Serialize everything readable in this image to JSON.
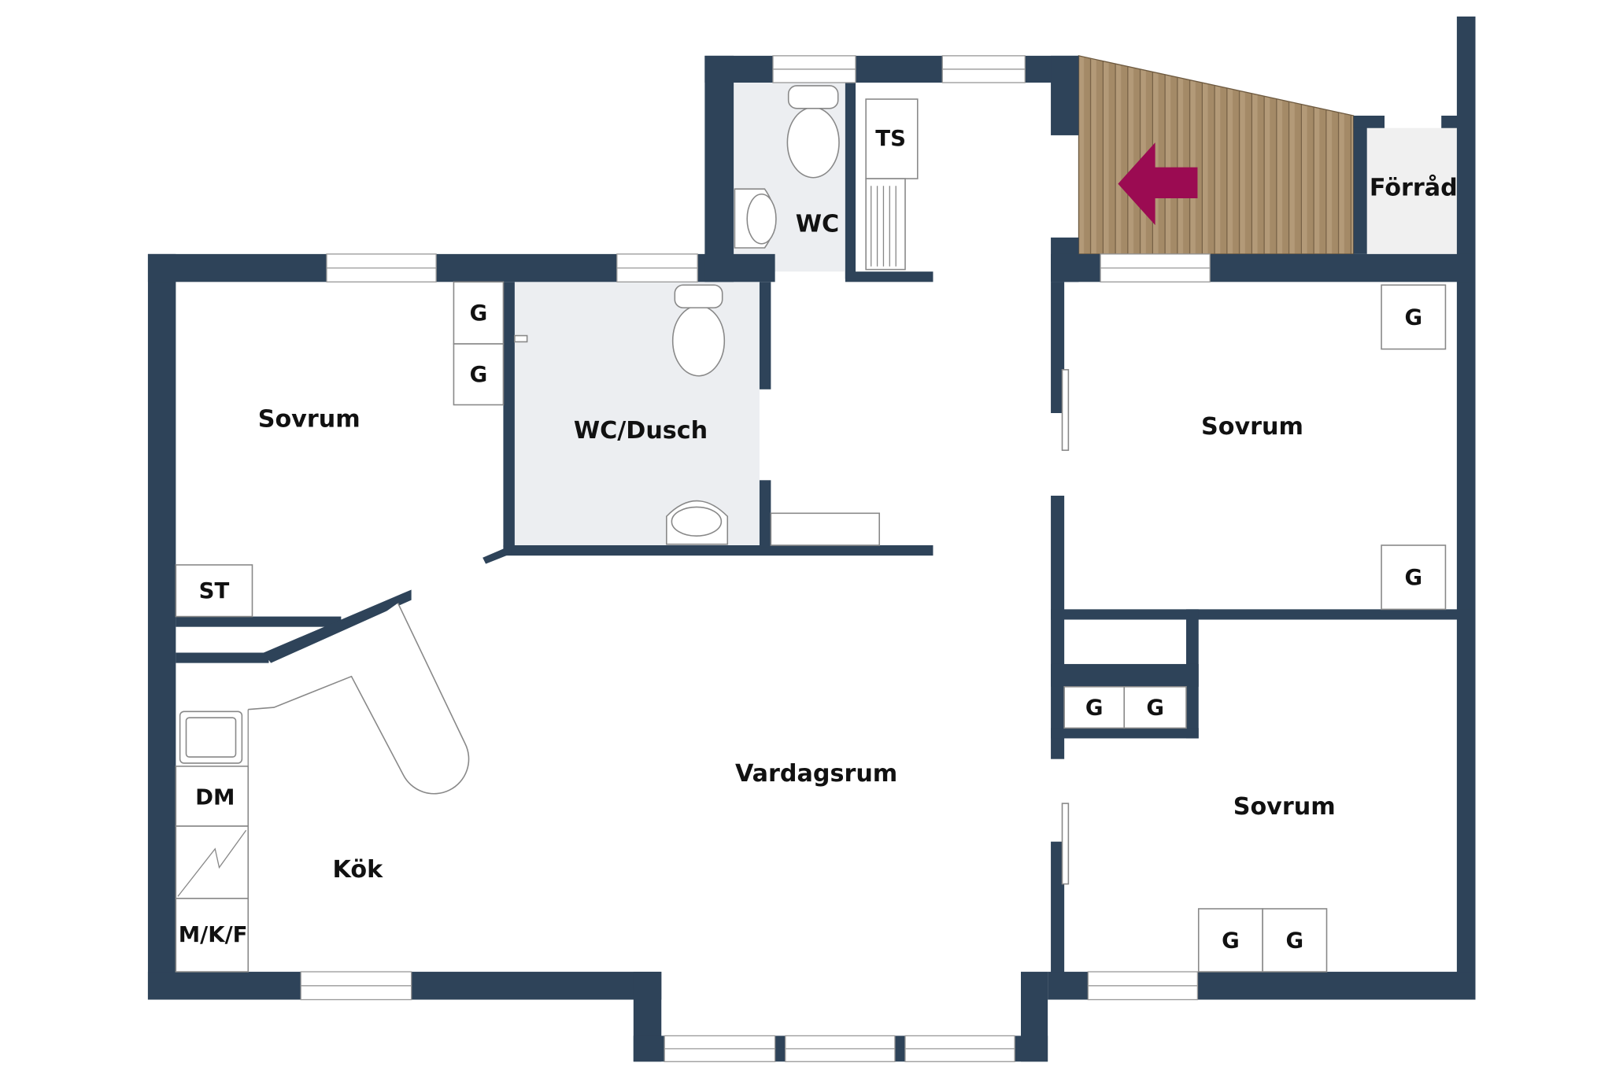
{
  "colors": {
    "wall": "#2e4359",
    "wet_room": "#eceef1",
    "storage": "#f0f0f0",
    "deck": "#a48a67",
    "arrow": "#9b0b52"
  },
  "rooms": {
    "sovrum_left": "Sovrum",
    "wc_dusch": "WC/Dusch",
    "wc": "WC",
    "forrad": "Förråd",
    "sovrum_right_top": "Sovrum",
    "sovrum_right_bottom": "Sovrum",
    "vardagsrum": "Vardagsrum",
    "kok": "Kök"
  },
  "fixtures": {
    "ts": "TS",
    "st": "ST",
    "dm": "DM",
    "mkf": "M/K/F",
    "wardrobe": "G"
  },
  "icons": {
    "entrance": "arrow-left-icon"
  }
}
